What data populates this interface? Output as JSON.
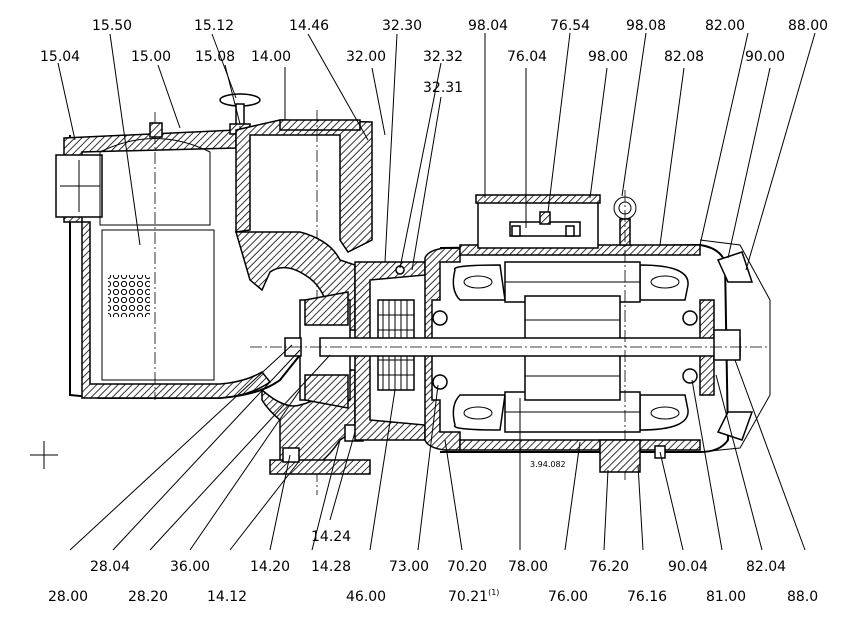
{
  "labels": {
    "l_15_50": "15.50",
    "l_15_12": "15.12",
    "l_14_46": "14.46",
    "l_32_30": "32.30",
    "l_98_04": "98.04",
    "l_76_54": "76.54",
    "l_98_08": "98.08",
    "l_82_00": "82.00",
    "l_88_00_top": "88.00",
    "l_15_04": "15.04",
    "l_15_00": "15.00",
    "l_15_08": "15.08",
    "l_14_00": "14.00",
    "l_32_00": "32.00",
    "l_32_32": "32.32",
    "l_76_04": "76.04",
    "l_98_00": "98.00",
    "l_82_08": "82.08",
    "l_90_00": "90.00",
    "l_32_31": "32.31",
    "l_14_24": "14.24",
    "l_28_04": "28.04",
    "l_36_00": "36.00",
    "l_14_20": "14.20",
    "l_14_28": "14.28",
    "l_73_00": "73.00",
    "l_70_20": "70.20",
    "l_78_00": "78.00",
    "l_76_20": "76.20",
    "l_90_04": "90.04",
    "l_82_04": "82.04",
    "l_28_00": "28.00",
    "l_28_20": "28.20",
    "l_14_12": "14.12",
    "l_46_00": "46.00",
    "l_70_21": "70.21",
    "l_70_21_sup": "(1)",
    "l_76_00": "76.00",
    "l_76_16": "76.16",
    "l_81_00": "81.00",
    "l_88_00_bottom": "88.0",
    "drawing_no": "3.94.082"
  }
}
